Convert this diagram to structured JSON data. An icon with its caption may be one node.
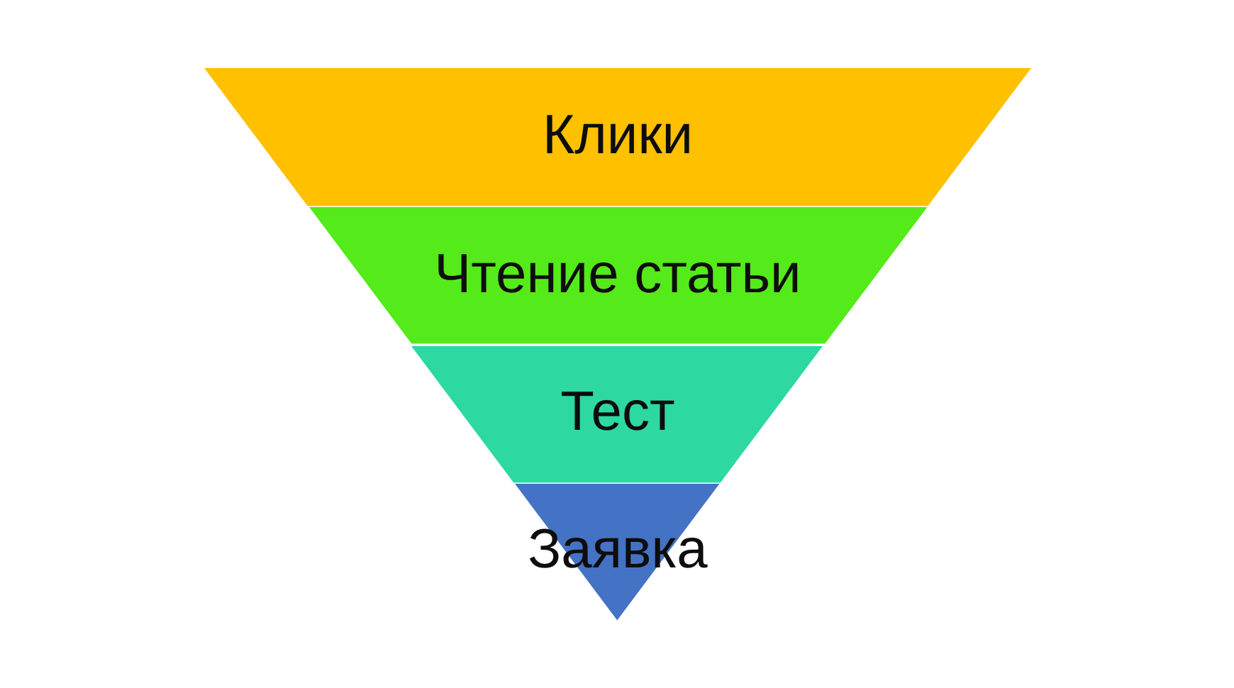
{
  "diagram": {
    "nodes": [
      {
        "text": [
          "Клики"
        ]
      },
      {
        "text": [
          "Чтение статьи"
        ]
      },
      {
        "text": [
          "Тест"
        ]
      },
      {
        "text": [
          "Заявка"
        ]
      }
    ]
  }
}
